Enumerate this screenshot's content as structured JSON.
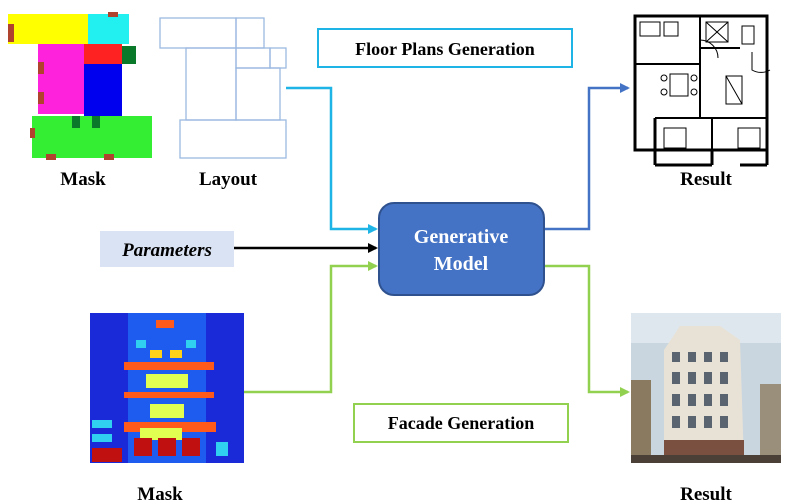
{
  "labels": {
    "mask_top": "Mask",
    "layout": "Layout",
    "result_top": "Result",
    "parameters": "Parameters",
    "model_line1": "Generative",
    "model_line2": "Model",
    "floor_plans": "Floor Plans Generation",
    "facade": "Facade Generation",
    "mask_bottom": "Mask",
    "result_bottom": "Result"
  },
  "colors": {
    "model_fill": "#4472c4",
    "model_stroke": "#2f528f",
    "floor_arrow": "#1fb4e6",
    "facade_arrow": "#92d050",
    "result_arrow": "#4472c4",
    "parameters_bg": "#dae3f3",
    "floor_box_border": "#1fb4e6",
    "facade_box_border": "#92d050"
  }
}
